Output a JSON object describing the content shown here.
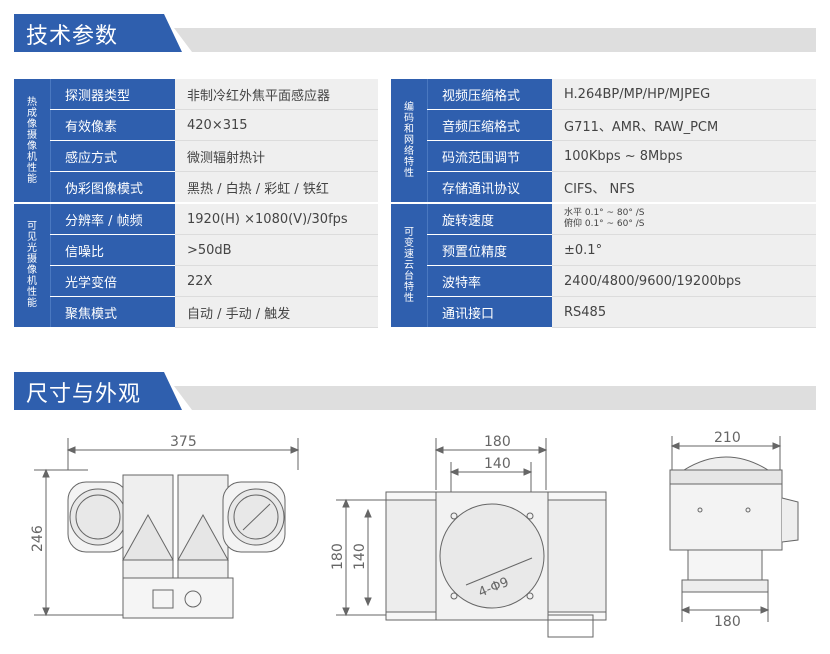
{
  "sections": {
    "tech_params": "技术参数",
    "dimensions": "尺寸与外观"
  },
  "left_table": {
    "groups": [
      {
        "label": "热成像摄像机性能",
        "rows": [
          {
            "key": "探测器类型",
            "value": "非制冷红外焦平面感应器"
          },
          {
            "key": "有效像素",
            "value": "420×315"
          },
          {
            "key": "感应方式",
            "value": "微测辐射热计"
          },
          {
            "key": "伪彩图像模式",
            "value": "黑热 / 白热 / 彩虹 / 铁红"
          }
        ]
      },
      {
        "label": "可见光摄像机性能",
        "rows": [
          {
            "key": "分辨率 / 帧频",
            "value": "1920(H) ×1080(V)/30fps"
          },
          {
            "key": "信噪比",
            "value": ">50dB"
          },
          {
            "key": "光学变倍",
            "value": "22X"
          },
          {
            "key": "聚焦模式",
            "value": "自动 / 手动 / 触发"
          }
        ]
      }
    ]
  },
  "right_table": {
    "groups": [
      {
        "label": "编码和网络特性",
        "rows": [
          {
            "key": "视频压缩格式",
            "value": "H.264BP/MP/HP/MJPEG"
          },
          {
            "key": "音频压缩格式",
            "value": "G711、AMR、RAW_PCM"
          },
          {
            "key": "码流范围调节",
            "value": "100Kbps ~ 8Mbps"
          },
          {
            "key": "存储通讯协议",
            "value": "CIFS、 NFS"
          }
        ]
      },
      {
        "label": "可变速云台特性",
        "rows": [
          {
            "key": "旋转速度",
            "value_line1": "水平 0.1° ~ 80° /S",
            "value_line2": "俯仰 0.1° ~ 60° /S"
          },
          {
            "key": "预置位精度",
            "value": "±0.1°"
          },
          {
            "key": "波特率",
            "value": "2400/4800/9600/19200bps"
          },
          {
            "key": "通讯接口",
            "value": "RS485"
          }
        ]
      }
    ]
  },
  "drawings": {
    "front": {
      "width_label": "375",
      "height_label": "246"
    },
    "top": {
      "outer_width": "180",
      "inner_width": "140",
      "outer_height": "180",
      "inner_height": "140",
      "hole_label": "4-Φ9"
    },
    "side": {
      "top_label": "210",
      "bottom_label": "180"
    }
  },
  "colors": {
    "brand_blue": "#2f5fae",
    "header_gray": "#dedede",
    "value_bg": "#efefef"
  }
}
